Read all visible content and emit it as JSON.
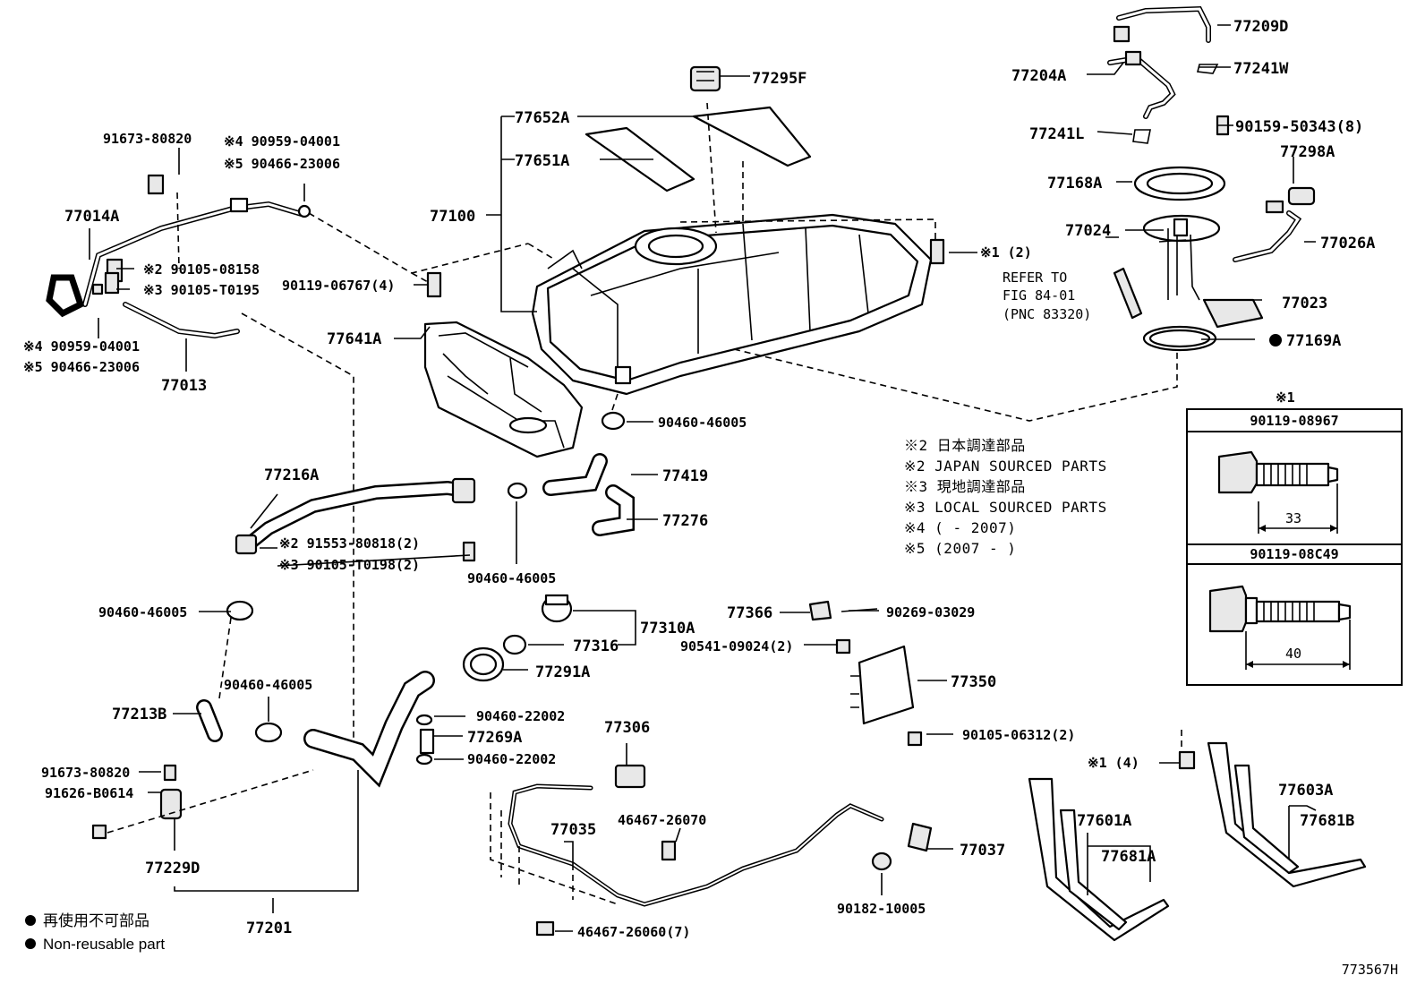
{
  "diagram": {
    "part_labels": {
      "p77209D": "77209D",
      "p77204A": "77204A",
      "p77241W": "77241W",
      "p77295F": "77295F",
      "p77652A": "77652A",
      "p77651A": "77651A",
      "p77241L": "77241L",
      "p90159": "90159-50343(8)",
      "p77298A": "77298A",
      "p77168A": "77168A",
      "p77024": "77024",
      "p77026A": "77026A",
      "p77023": "77023",
      "p77169A": "77169A",
      "p77100": "77100",
      "p91673a": "91673-80820",
      "p90959a": "※4 90959-04001",
      "p90466a": "※5 90466-23006",
      "p77014A": "77014A",
      "p90105a": "※2 90105-08158",
      "p90105b": "※3 90105-T0195",
      "p90959b": "※4 90959-04001",
      "p90466b": "※5 90466-23006",
      "p77013": "77013",
      "p90119": "90119-06767(4)",
      "p77641A": "77641A",
      "p90460a": "90460-46005",
      "p77419": "77419",
      "p77276": "77276",
      "p77216A": "77216A",
      "p91553": "※2 91553-80818(2)",
      "p90105c": "※3 90105-T0198(2)",
      "p90460b": "90460-46005",
      "p90460c": "90460-46005",
      "p77310A": "77310A",
      "p77316": "77316",
      "p77291A": "77291A",
      "p77366": "77366",
      "p90269": "90269-03029",
      "p90541": "90541-09024(2)",
      "p77350": "77350",
      "p90460d": "90460-46005",
      "p77213B": "77213B",
      "p90460e": "90460-22002",
      "p77269A": "77269A",
      "p90460f": "90460-22002",
      "p77306": "77306",
      "p90105d": "90105-06312(2)",
      "p91673b": "91673-80820",
      "p91626": "91626-B0614",
      "p77229D": "77229D",
      "p77035": "77035",
      "p46467a": "46467-26070",
      "p77037": "77037",
      "p90182": "90182-10005",
      "p46467b": "46467-26060(7)",
      "p77201": "77201",
      "p77603A": "77603A",
      "p77681B": "77681B",
      "p77601A": "77601A",
      "p77681A": "77681A",
      "p1note4": "※1 (4)",
      "p1note2": "※1 (2)"
    },
    "refer": {
      "line1": "REFER TO",
      "line2": "FIG 84-01",
      "line3": "(PNC 83320)"
    },
    "notes": [
      "※2 日本調達部品",
      "※2 JAPAN SOURCED PARTS",
      "※3 現地調達部品",
      "※3 LOCAL SOURCED PARTS",
      "※4 (      - 2007)",
      "※5 (2007 -      )"
    ],
    "inset": {
      "marker": "※1",
      "bolt1_part": "90119-08967",
      "bolt1_len": "33",
      "bolt2_part": "90119-08C49",
      "bolt2_len": "40"
    },
    "legend": {
      "jp": "再使用不可部品",
      "en": "Non-reusable part"
    },
    "illustration_id": "773567H"
  }
}
